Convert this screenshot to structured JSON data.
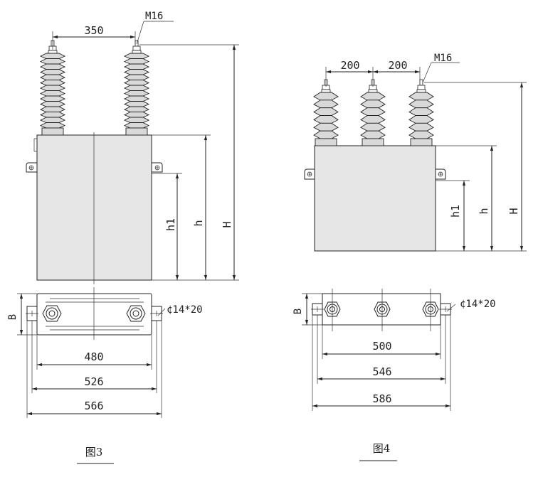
{
  "fig3": {
    "caption": "图3",
    "dim_spacing": "350",
    "thread": "M16",
    "dim_h1": "h1",
    "dim_h": "h",
    "dim_H": "H",
    "dim_B": "B",
    "hole": "¢14*20",
    "dim_480": "480",
    "dim_526": "526",
    "dim_566": "566"
  },
  "fig4": {
    "caption": "图4",
    "dim_spacing_left": "200",
    "dim_spacing_right": "200",
    "thread": "M16",
    "dim_h1": "h1",
    "dim_h": "h",
    "dim_H": "H",
    "dim_B": "B",
    "hole": "¢14*20",
    "dim_500": "500",
    "dim_546": "546",
    "dim_586": "586"
  }
}
